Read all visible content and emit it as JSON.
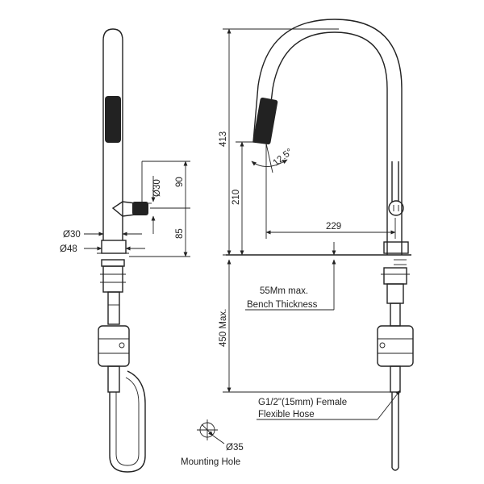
{
  "diagram": {
    "side_view": {
      "dia_body": "Ø30",
      "dia_base": "Ø48",
      "dia_handle": "Ø30",
      "height_upper": "90",
      "height_lower": "85"
    },
    "front_view": {
      "height_total": "413",
      "height_outlet": "210",
      "reach": "229",
      "angle": "12.5°",
      "under_bench": "450 Max."
    },
    "notes": {
      "bench_line1": "55Mm max.",
      "bench_line2": "Bench Thickness",
      "hose_line1": "G1/2\"(15mm) Female",
      "hose_line2": "Flexible Hose"
    },
    "mounting": {
      "diameter": "Ø35",
      "label": "Mounting Hole"
    },
    "colors": {
      "line": "#222222",
      "background": "#ffffff"
    }
  }
}
